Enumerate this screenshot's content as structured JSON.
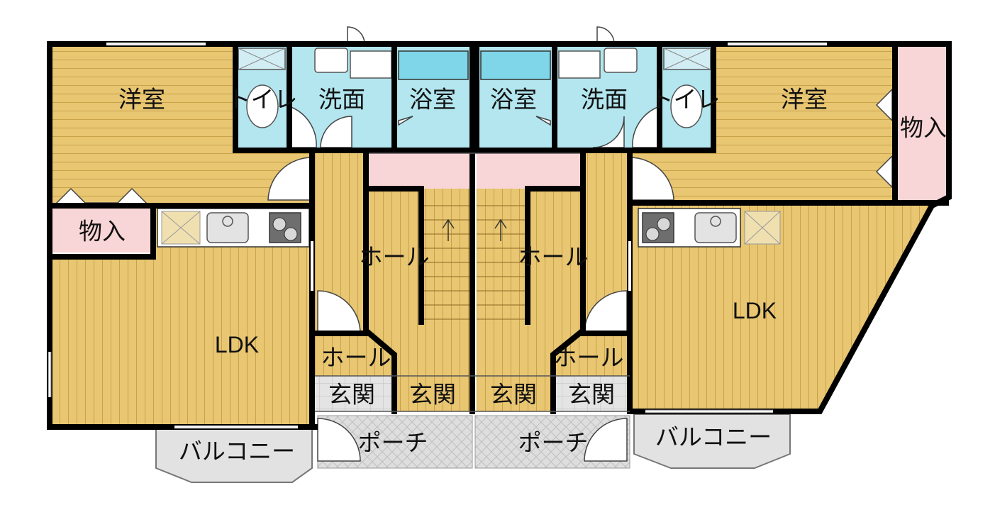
{
  "labels": {
    "west_bedroom": "洋室",
    "west_toilet": "トイレ",
    "west_washroom": "洗面",
    "west_bathroom": "浴室",
    "east_bathroom": "浴室",
    "east_washroom": "洗面",
    "east_toilet": "トイレ",
    "east_bedroom": "洋室",
    "east_storage": "物入",
    "west_storage": "物入",
    "west_hall_upper": "ホール",
    "east_hall_upper": "ホール",
    "west_ldk": "LDK",
    "east_ldk": "LDK",
    "west_hall_lower": "ホール",
    "east_hall_lower": "ホール",
    "entrance_1": "玄関",
    "entrance_2": "玄関",
    "entrance_3": "玄関",
    "entrance_4": "玄関",
    "west_porch": "ポーチ",
    "east_porch": "ポーチ",
    "west_balcony": "バルコニー",
    "east_balcony": "バルコニー"
  },
  "colors": {
    "floor_wood": "#e8c672",
    "floor_wood_line": "#c9a24a",
    "wet_area": "#b3e6ef",
    "bathtub": "#7fd6e8",
    "storage": "#f8d5d6",
    "tile": "#d9d9d9",
    "wall": "#000000"
  }
}
